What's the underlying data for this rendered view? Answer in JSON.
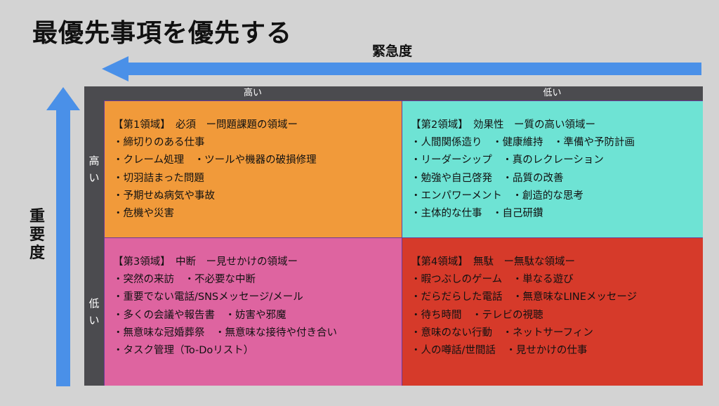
{
  "title": "最優先事項を優先する",
  "axes": {
    "urgency_label": "緊急度",
    "importance_label": [
      "重",
      "要",
      "度"
    ]
  },
  "columns": {
    "high": "高い",
    "low": "低い"
  },
  "rows": {
    "high": [
      "高",
      "い"
    ],
    "low": [
      "低",
      "い"
    ]
  },
  "colors": {
    "arrow": "#4a90e8",
    "header": "#4b4b4f",
    "q1": "#f19a3a",
    "q2": "#6ee3d4",
    "q3": "#de64a0",
    "q4": "#d63a2a"
  },
  "quadrants": [
    {
      "title": "【第1領域】　必須　ー問題課題の領域ー",
      "items": [
        "・締切りのある仕事",
        "・クレーム処理　・ツールや機器の破損修理",
        "・切羽詰まった問題",
        "・予期せぬ病気や事故",
        "・危機や災害"
      ]
    },
    {
      "title": "【第2領域】　効果性　ー質の高い領域ー",
      "items": [
        "・人間関係造り　・健康維持　・準備や予防計画",
        "・リーダーシップ　・真のレクレーション",
        "・勉強や自己啓発　・品質の改善",
        "・エンパワーメント　・創造的な思考",
        "・主体的な仕事　・自己研鑽"
      ]
    },
    {
      "title": "【第3領域】　中断　ー見せかけの領域ー",
      "items": [
        "・突然の来訪　・不必要な中断",
        "・重要でない電話/SNSメッセージ/メール",
        "・多くの会議や報告書　・妨害や邪魔",
        "・無意味な冠婚葬祭　・無意味な接待や付き合い",
        "・タスク管理（To-Doリスト）"
      ]
    },
    {
      "title": "【第4領域】　無駄　ー無駄な領域ー",
      "items": [
        "・暇つぶしのゲーム　・単なる遊び",
        "・だらだらした電話　・無意味なLINEメッセージ",
        "・待ち時間　・テレビの視聴",
        "・意味のない行動　・ネットサーフィン",
        "・人の噂話/世間話　・見せかけの仕事"
      ]
    }
  ]
}
